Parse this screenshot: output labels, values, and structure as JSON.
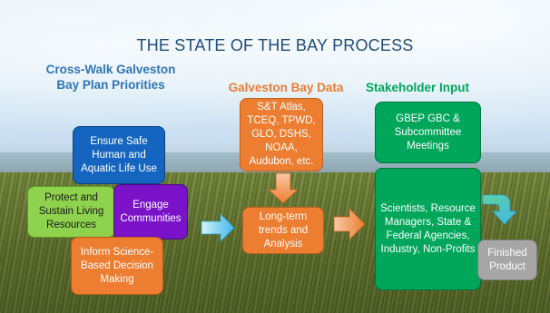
{
  "title": "THE STATE OF THE BAY PROCESS",
  "headings": {
    "crosswalk": "Cross-Walk Galveston Bay Plan Priorities",
    "data": "Galveston Bay Data",
    "stakeholder": "Stakeholder Input"
  },
  "boxes": {
    "safe": "Ensure Safe Human and Aquatic Life Use",
    "protect": "Protect and Sustain Living Resources",
    "engage": "Engage Communities",
    "inform": "Inform Science-Based Decision Making",
    "atlas": "S&T Atlas, TCEQ, TPWD, GLO, DSHS, NOAA, Audubon, etc.",
    "trends": "Long-term trends and Analysis",
    "gbep": "GBEP GBC & Subcommittee Meetings",
    "scientists": "Scientists, Resource Managers, State & Federal Agencies, Industry, Non-Profits",
    "finished": "Finished Product"
  },
  "colors": {
    "title": "#1f4e79",
    "blue": "#1565c0",
    "green_light": "#8fd24e",
    "purple": "#7a12c8",
    "orange": "#ed7d31",
    "green": "#00a65a",
    "gray": "#a6a6a6",
    "arrow_cyan": "#5bc8f0"
  }
}
